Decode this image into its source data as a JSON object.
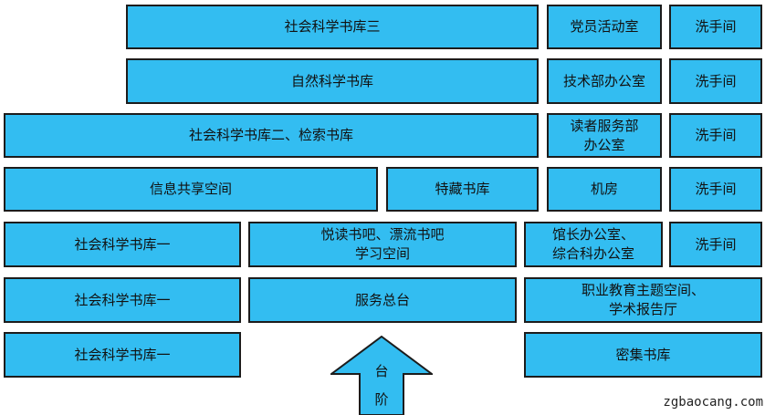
{
  "diagram": {
    "rooms": {
      "r1_social_science_3": "社会科学书库三",
      "r1_party_activity": "党员活动室",
      "r1_washroom": "洗手间",
      "r2_natural_science": "自然科学书库",
      "r2_tech_office": "技术部办公室",
      "r2_washroom": "洗手间",
      "r3_social_science_2_search": "社会科学书库二、检索书库",
      "r3_reader_service_line1": "读者服务部",
      "r3_reader_service_line2": "办公室",
      "r3_washroom": "洗手间",
      "r4_info_sharing": "信息共享空间",
      "r4_special_collection": "特藏书库",
      "r4_machine_room": "机房",
      "r4_washroom": "洗手间",
      "r5_social_science_1": "社会科学书库一",
      "r5_reading_bar_line1": "悦读书吧、漂流书吧",
      "r5_reading_bar_line2": "学习空间",
      "r5_curator_office_line1": "馆长办公室、",
      "r5_curator_office_line2": "综合科办公室",
      "r5_washroom": "洗手间",
      "r6_social_science_1": "社会科学书库一",
      "r6_service_desk": "服务总台",
      "r6_vocational_line1": "职业教育主题空间、",
      "r6_vocational_line2": "学术报告厅",
      "r7_social_science_1": "社会科学书库一",
      "r7_compact_storage": "密集书库"
    },
    "stairs": {
      "label_top": "台",
      "label_bottom": "阶"
    },
    "watermark": "zgbaocang.com"
  },
  "colors": {
    "room_fill": "#33bdf1",
    "room_border": "#1c1c1c",
    "stairs_fill": "#33bdf1"
  },
  "icons": {
    "stairs": "up-arrow-icon"
  }
}
